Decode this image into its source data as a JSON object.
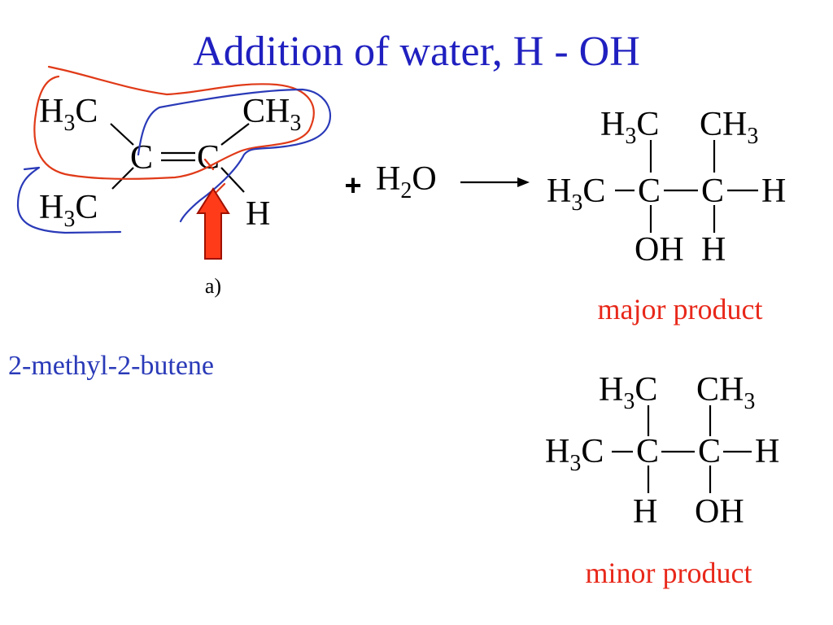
{
  "title": "Addition of water,  H - OH",
  "colors": {
    "title": "#2020c0",
    "accent_red": "#e8281a",
    "annotation_red": "#e03a18",
    "annotation_blue": "#2a3ab8",
    "arrow_fill": "#ff3b1a",
    "arrow_stroke": "#a01000",
    "text": "#000000"
  },
  "reactant": {
    "top_left": {
      "main": "H",
      "sub": "3",
      "tail": "C"
    },
    "top_right": {
      "main": "CH",
      "sub": "3"
    },
    "bottom_left": {
      "main": "H",
      "sub": "3",
      "tail": "C"
    },
    "left_carbon": "C",
    "right_carbon": "C",
    "hydrogen": "H",
    "name": "2-methyl-2-butene",
    "arrow_label": "a)"
  },
  "reagent": {
    "plus": "+",
    "main": "H",
    "sub": "2",
    "tail": "O"
  },
  "major_product": {
    "top_left": {
      "main": "H",
      "sub": "3",
      "tail": "C"
    },
    "top_right": {
      "main": "CH",
      "sub": "3"
    },
    "left_methyl": {
      "main": "H",
      "sub": "3",
      "tail": "C"
    },
    "carbon_1": "C",
    "carbon_2": "C",
    "right_h": "H",
    "bottom_left": "OH",
    "bottom_right": "H",
    "label": "major product"
  },
  "minor_product": {
    "top_left": {
      "main": "H",
      "sub": "3",
      "tail": "C"
    },
    "top_right": {
      "main": "CH",
      "sub": "3"
    },
    "left_methyl": {
      "main": "H",
      "sub": "3",
      "tail": "C"
    },
    "carbon_1": "C",
    "carbon_2": "C",
    "right_h": "H",
    "bottom_left": "H",
    "bottom_right": "OH",
    "label": "minor product"
  }
}
